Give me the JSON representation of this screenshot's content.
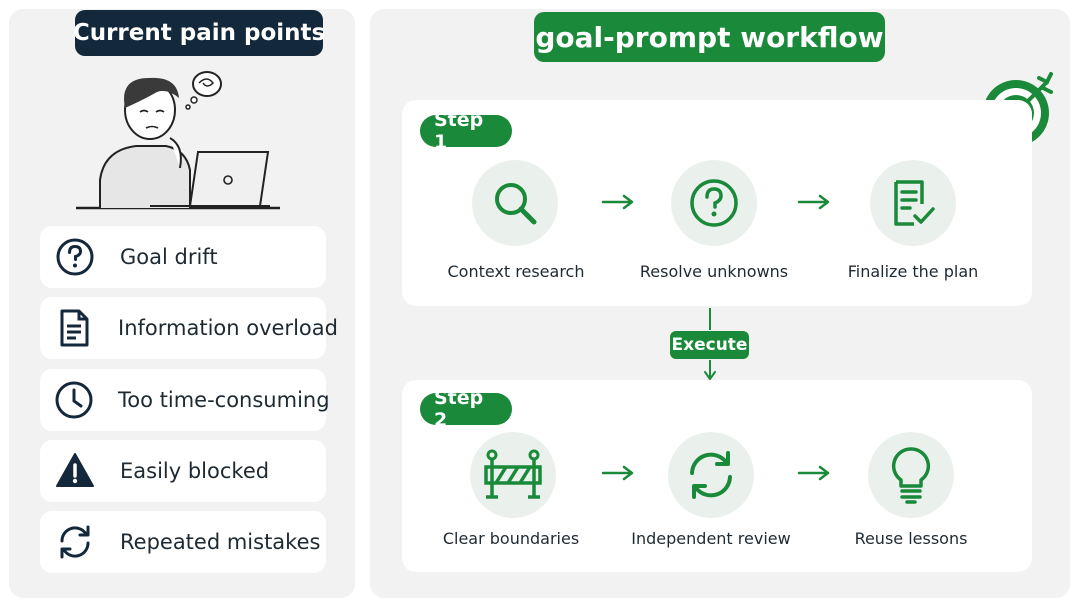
{
  "left": {
    "title": "Current pain points",
    "items": [
      {
        "label": "Goal drift",
        "icon": "question-circle-icon"
      },
      {
        "label": "Information overload",
        "icon": "document-icon"
      },
      {
        "label": "Too time-consuming",
        "icon": "clock-icon"
      },
      {
        "label": "Easily blocked",
        "icon": "warning-icon"
      },
      {
        "label": "Repeated mistakes",
        "icon": "refresh-icon"
      }
    ]
  },
  "right": {
    "title": "goal-prompt workflow",
    "step1": {
      "label": "Step 1",
      "nodes": [
        {
          "label": "Context research",
          "icon": "magnifier-icon"
        },
        {
          "label": "Resolve unknowns",
          "icon": "question-circle-icon"
        },
        {
          "label": "Finalize the plan",
          "icon": "checklist-icon"
        }
      ]
    },
    "connector": {
      "label": "Execute"
    },
    "step2": {
      "label": "Step 2",
      "nodes": [
        {
          "label": "Clear boundaries",
          "icon": "barrier-icon"
        },
        {
          "label": "Independent review",
          "icon": "cycle-icon"
        },
        {
          "label": "Reuse lessons",
          "icon": "lightbulb-icon"
        }
      ]
    }
  },
  "colors": {
    "green": "#1a8a3a",
    "navy": "#13283b",
    "panel": "#f2f2f2",
    "circle": "#eaf1ec"
  }
}
